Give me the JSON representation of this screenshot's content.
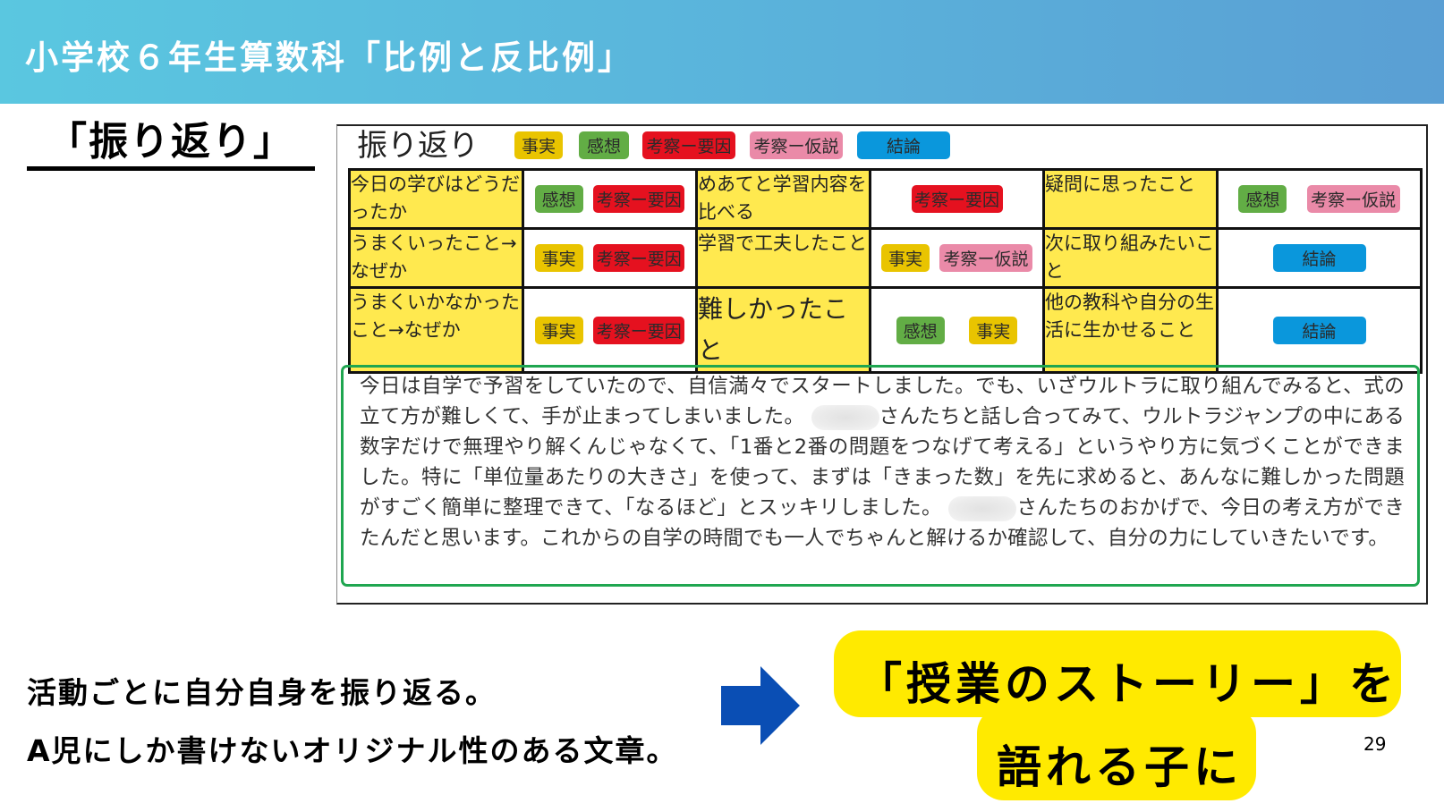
{
  "header": {
    "title": "小学校６年生算数科「比例と反比例」"
  },
  "section_title": "「振り返り」",
  "worksheet": {
    "heading": "振り返り",
    "legend": [
      {
        "label": "事実",
        "kind": "fact",
        "color": "#e9c400"
      },
      {
        "label": "感想",
        "kind": "feel",
        "color": "#62ad45"
      },
      {
        "label": "考察ー要因",
        "kind": "cause",
        "color": "#e5111f"
      },
      {
        "label": "考察ー仮説",
        "kind": "hypo",
        "color": "#ea8aa8"
      },
      {
        "label": "結論",
        "kind": "concl",
        "color": "#0a97dc"
      }
    ],
    "rows": [
      [
        {
          "prompt": "今日の学びはどうだったか",
          "tags": [
            "感想",
            "考察ー要因"
          ]
        },
        {
          "prompt": "めあてと学習内容を比べる",
          "tags": [
            "考察ー要因"
          ]
        },
        {
          "prompt": "疑問に思ったこと",
          "tags": [
            "感想",
            "考察ー仮説"
          ]
        }
      ],
      [
        {
          "prompt": "うまくいったこと→なぜか",
          "tags": [
            "事実",
            "考察ー要因"
          ]
        },
        {
          "prompt": "学習で工夫したこと",
          "tags": [
            "事実",
            "考察ー仮説"
          ]
        },
        {
          "prompt": "次に取り組みたいこと",
          "tags": [
            "結論"
          ]
        }
      ],
      [
        {
          "prompt": "うまくいかなかったこと→なぜか",
          "tags": [
            "事実",
            "考察ー要因"
          ]
        },
        {
          "prompt": "難しかったこと",
          "tags": [
            "感想",
            "事実"
          ]
        },
        {
          "prompt": "他の教科や自分の生活に生かせること",
          "tags": [
            "結論"
          ]
        }
      ]
    ],
    "reflection_text": {
      "p1": "今日は自学で予習をしていたので、自信満々でスタートしました。でも、いざウルトラに取り組んでみると、式の立て方が難しくて、手が止まってしまいました。",
      "p2": "さんたちと話し合ってみて、ウルトラジャンプの中にある数字だけで無理やり解くんじゃなくて、「1番と2番の問題をつなげて考える」というやり方に気づくことができました。特に「単位量あたりの大きさ」を使って、まずは「きまった数」を先に求めると、あんなに難しかった問題がすごく簡単に整理できて、「なるほど」とスッキリしました。",
      "p3": "さんたちのおかげで、今日の考え方ができたんだと思います。これからの自学の時間でも一人でちゃんと解けるか確認して、自分の力にしていきたいです。"
    }
  },
  "summary": {
    "line1": "活動ごとに自分自身を振り返る。",
    "line2": "A児にしか書けないオリジナル性のある文章。"
  },
  "callout": {
    "line1": "「授業のストーリー」を",
    "line2": "語れる子に",
    "arrow_color": "#0a4eb4",
    "bg_color": "#ffea00"
  },
  "page_number": "29"
}
